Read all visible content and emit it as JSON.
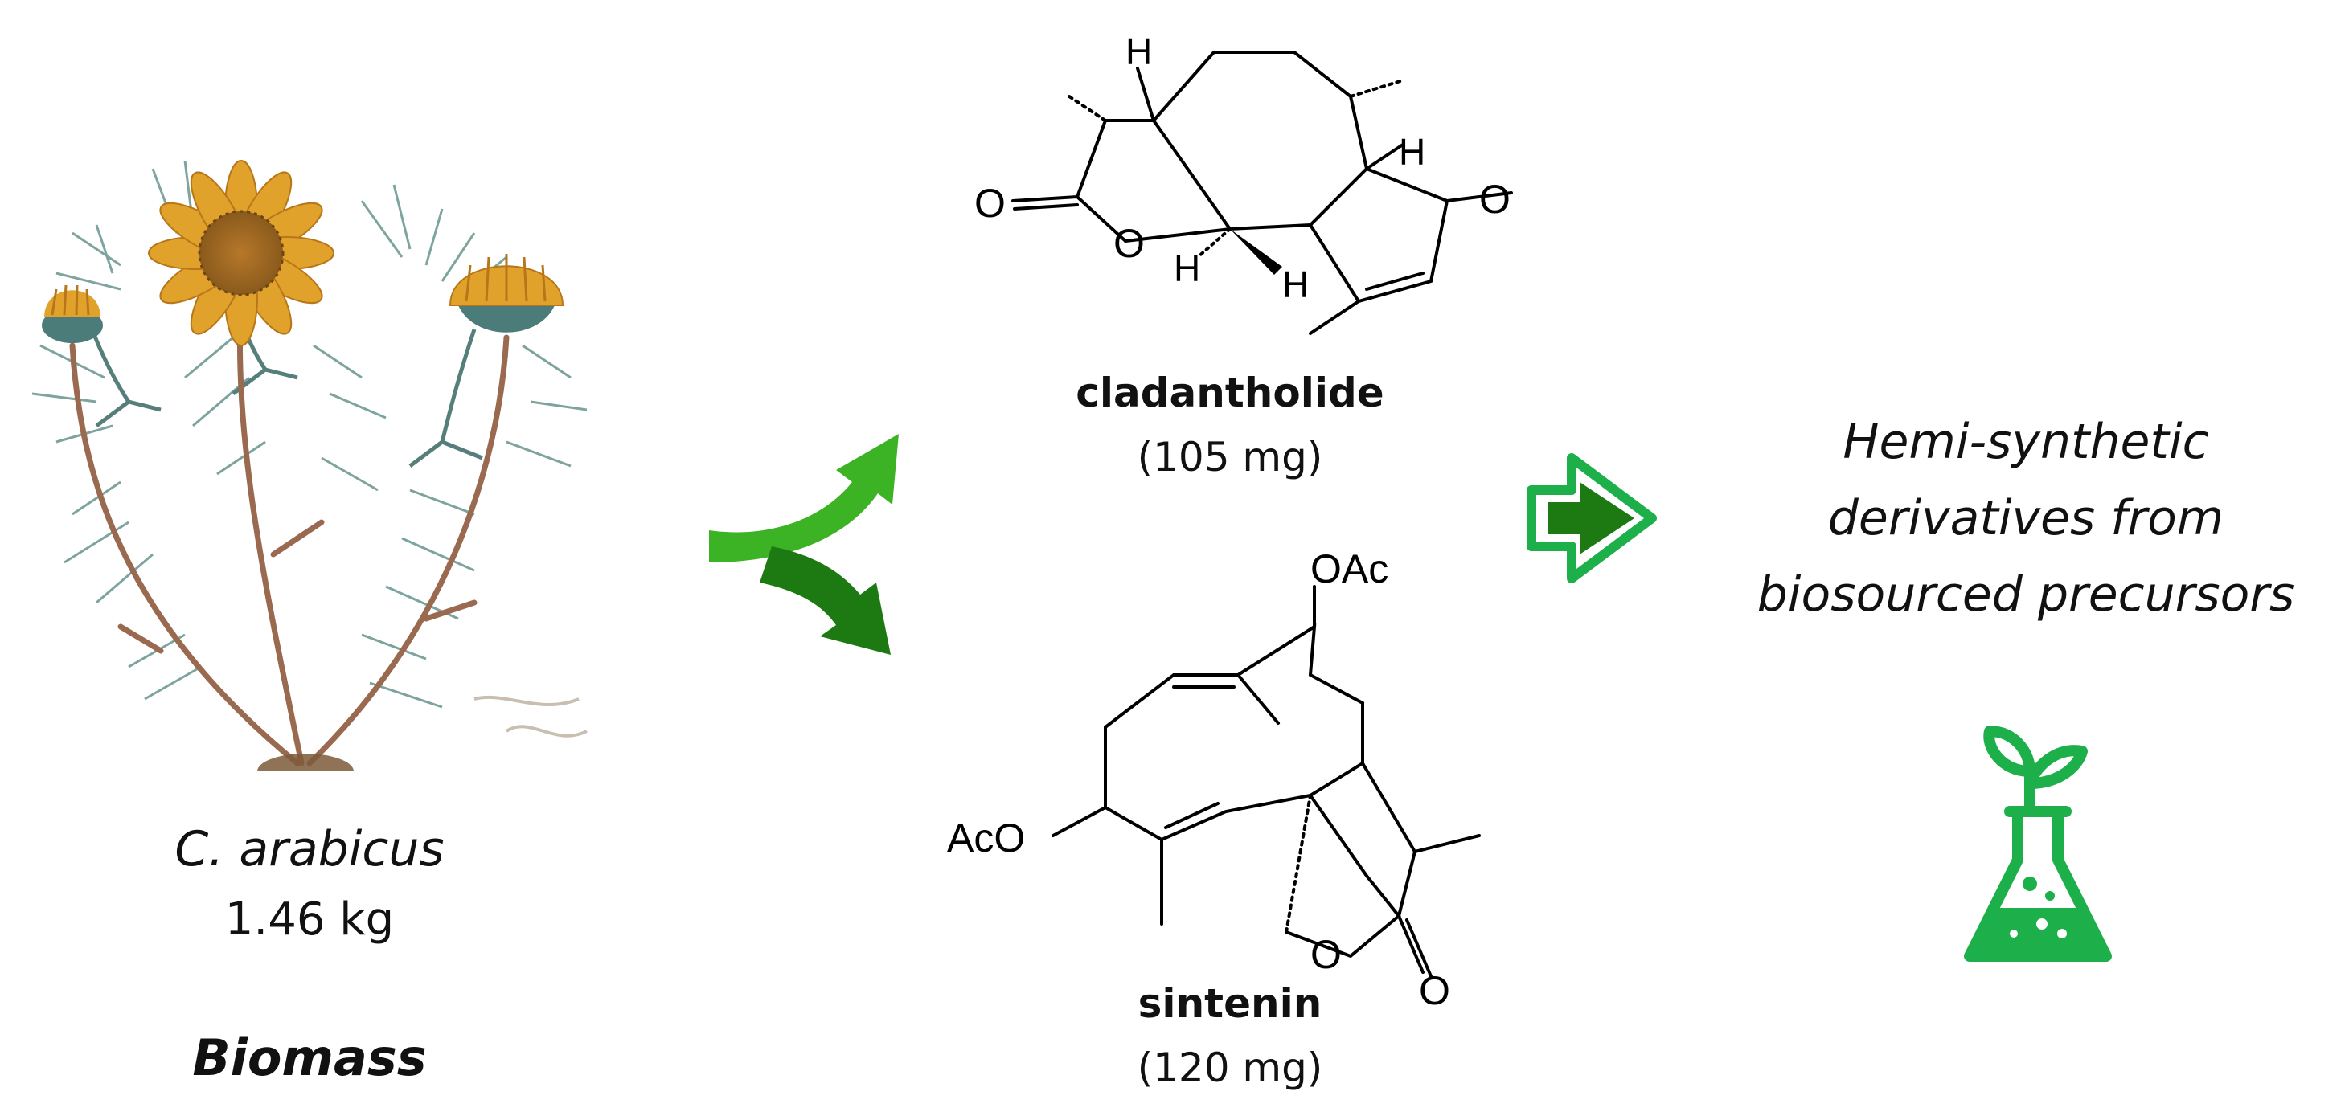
{
  "biomass": {
    "species": "C. arabicus",
    "mass": "1.46 kg",
    "title": "Biomass"
  },
  "compound1": {
    "name": "cladantholide",
    "yield": "(105 mg)",
    "atoms": {
      "h": "H",
      "o": "O"
    }
  },
  "compound2": {
    "name": "sintenin",
    "yield": "(120 mg)",
    "atoms": {
      "oac": "OAc",
      "aco": "AcO",
      "o": "O"
    }
  },
  "outcome": {
    "line1": "Hemi-synthetic",
    "line2": "derivatives from",
    "line3": "biosourced precursors"
  },
  "colors": {
    "light_green": "#3cb324",
    "dark_green": "#1d7a12",
    "flask_green": "#1db04a",
    "petal": "#e0a22a",
    "petal_dark": "#b8761a",
    "leaf": "#5c8a86",
    "stem": "#9a6a50"
  }
}
